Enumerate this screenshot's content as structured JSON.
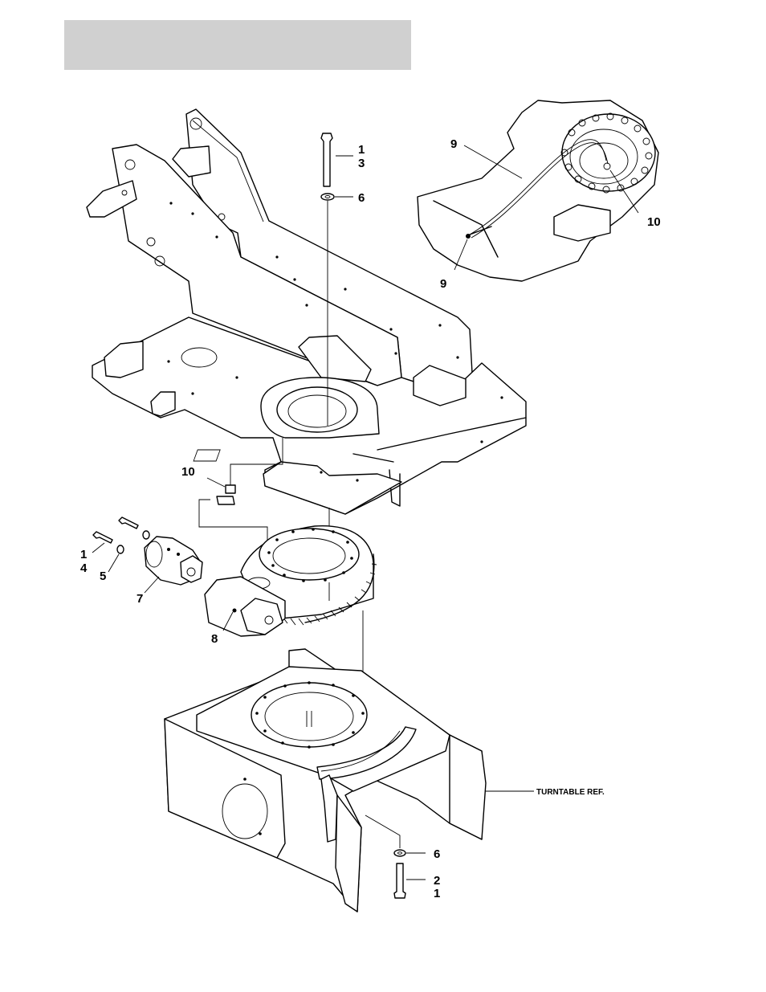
{
  "header": {
    "bar_color": "#d0d0d0"
  },
  "callouts": {
    "c_1a": "1",
    "c_3a": "3",
    "c_6a": "6",
    "c_9a": "9",
    "c_9b": "9",
    "c_10a": "10",
    "c_10b": "10",
    "c_1b": "1",
    "c_4": "4",
    "c_5": "5",
    "c_7": "7",
    "c_8": "8",
    "c_6b": "6",
    "c_2": "2",
    "c_1c": "1"
  },
  "reference_label": "TURNTABLE REF."
}
